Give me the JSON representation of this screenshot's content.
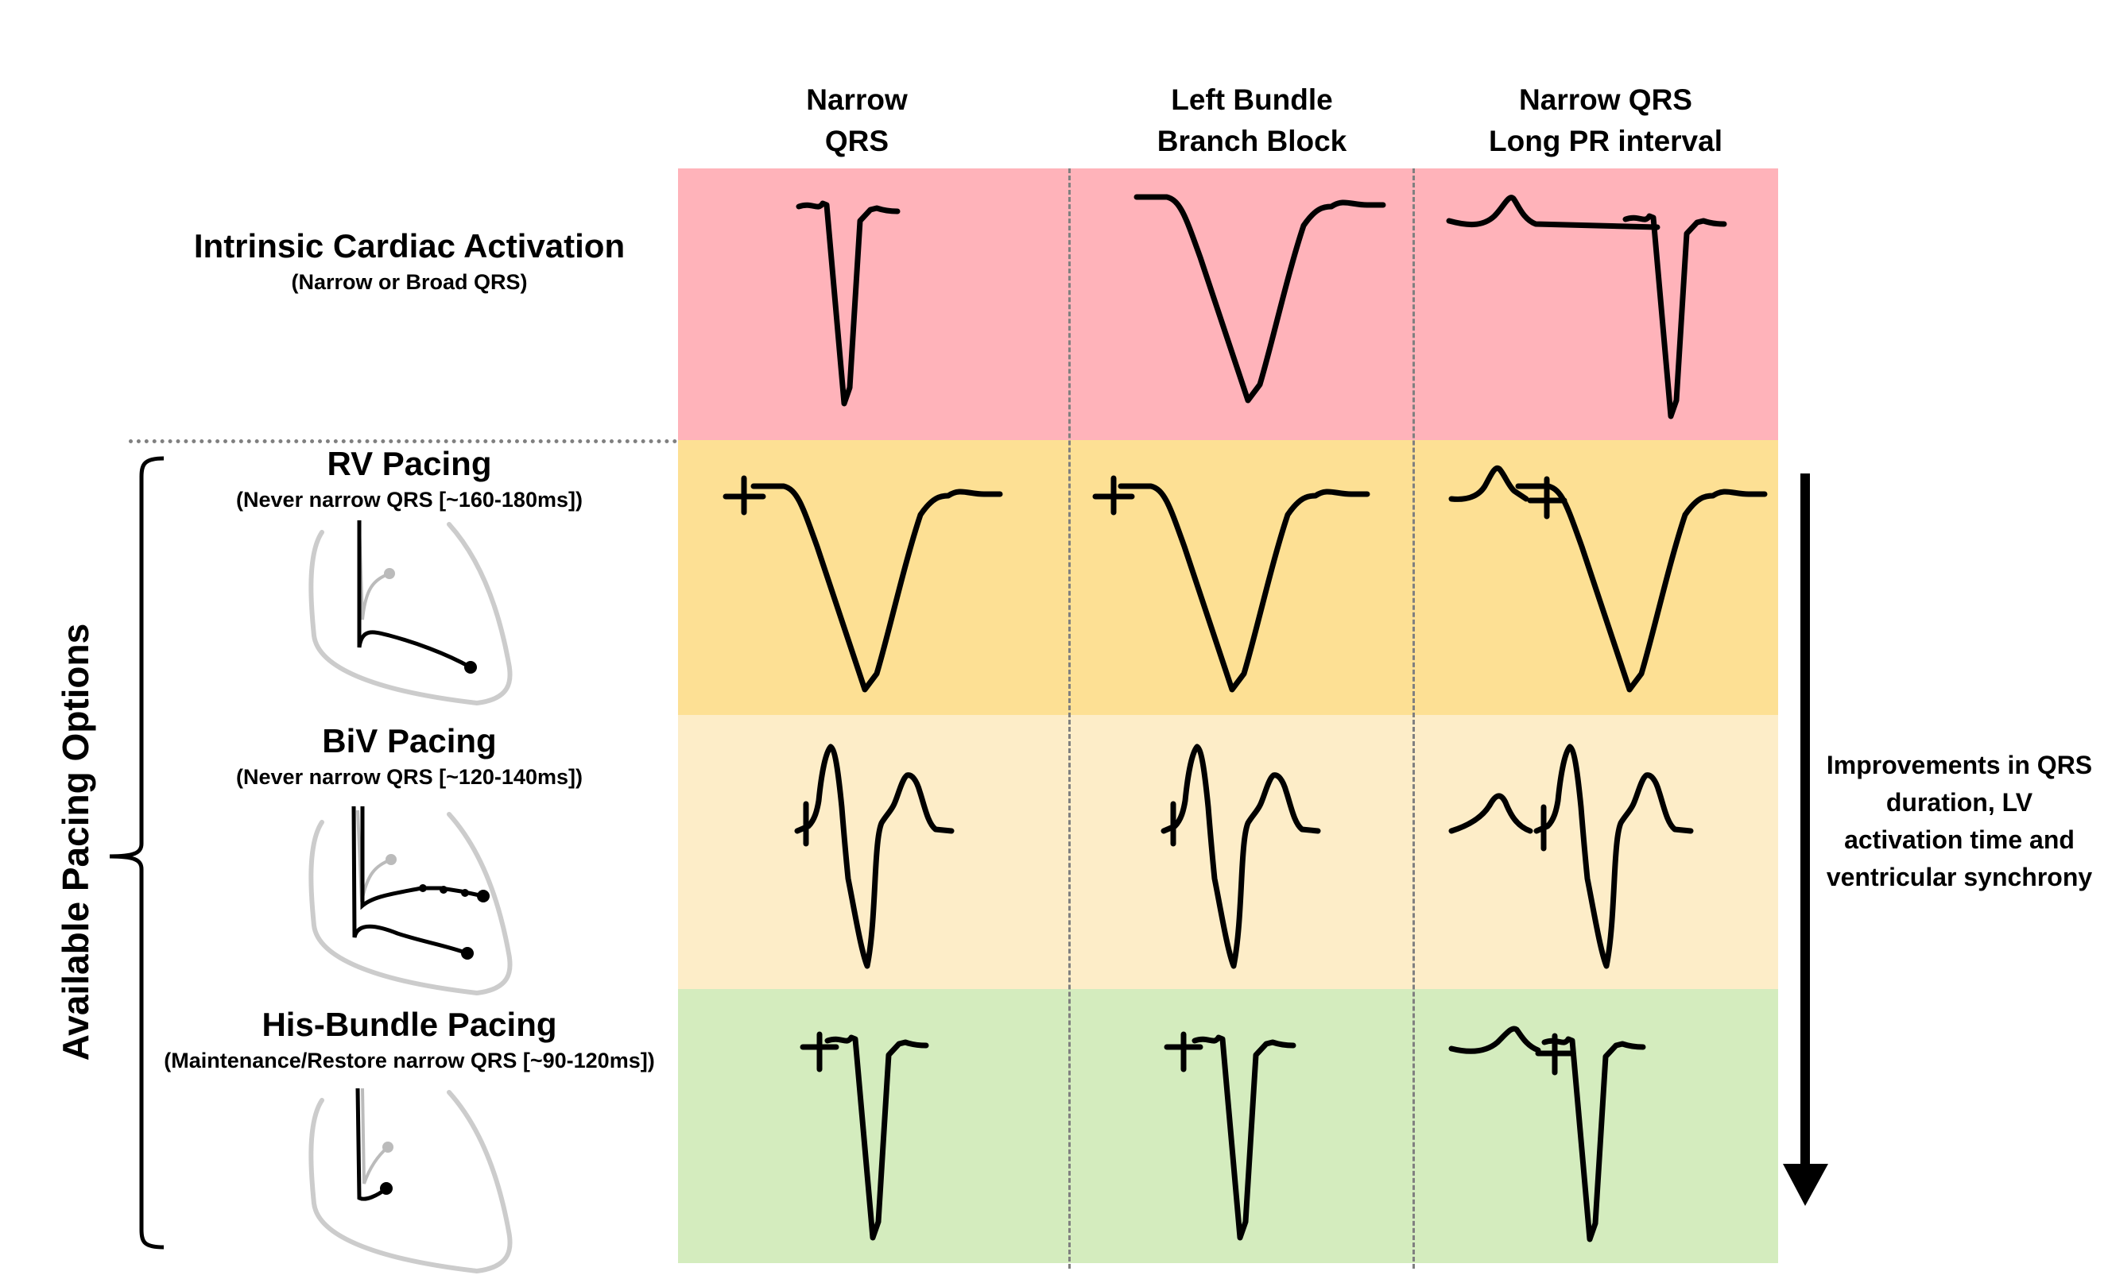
{
  "columns": [
    {
      "line1": "Narrow",
      "line2": "QRS"
    },
    {
      "line1": "Left Bundle",
      "line2": "Branch Block"
    },
    {
      "line1": "Narrow QRS",
      "line2": "Long PR interval"
    }
  ],
  "rows": [
    {
      "title": "Intrinsic Cardiac Activation",
      "subtitle": "(Narrow or Broad QRS)",
      "color": "#ffb3ba"
    },
    {
      "title": "RV Pacing",
      "subtitle": "(Never narrow QRS [~160-180ms])",
      "color": "#fde094"
    },
    {
      "title": "BiV Pacing",
      "subtitle": "(Never narrow QRS [~120-140ms])",
      "color": "#fdedc8"
    },
    {
      "title": "His-Bundle Pacing",
      "subtitle": "(Maintenance/Restore narrow QRS [~90-120ms])",
      "color": "#d4ecbe"
    }
  ],
  "side_label": "Available Pacing Options",
  "arrow_text": {
    "line1": "Improvements in QRS",
    "line2": "duration, LV",
    "line3": "activation time and",
    "line4": "ventricular synchrony"
  }
}
